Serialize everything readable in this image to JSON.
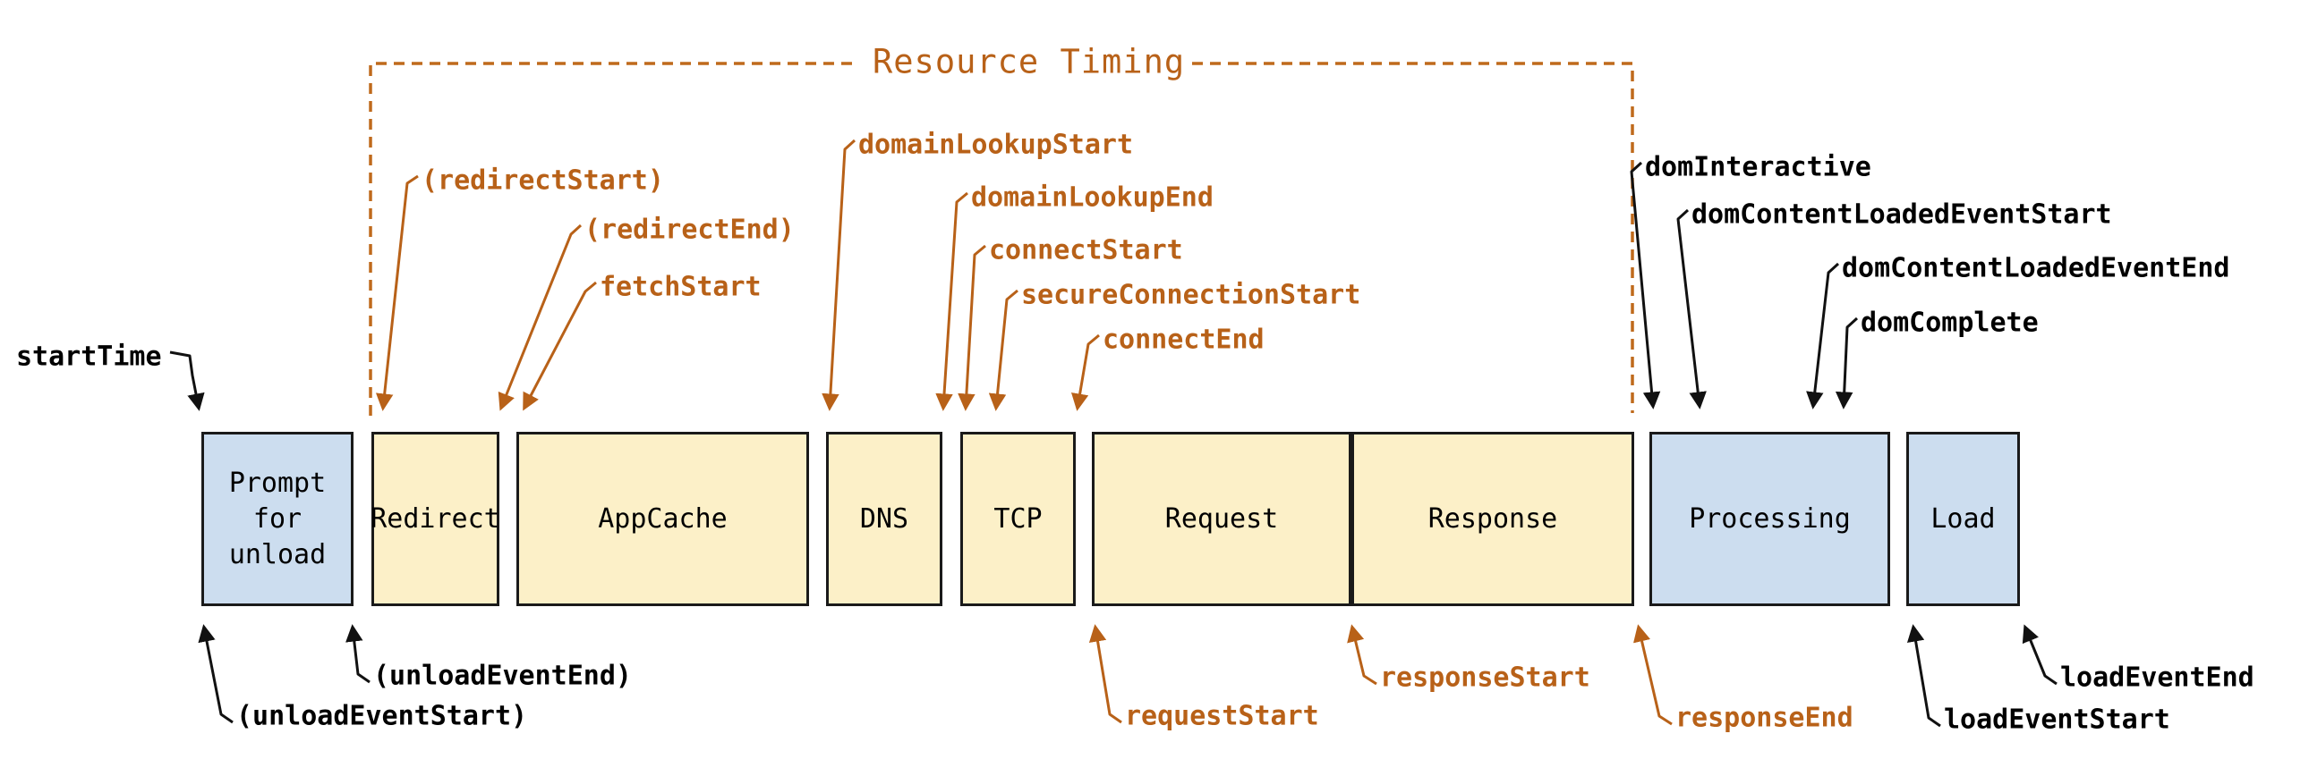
{
  "diagram_title": "Resource Timing",
  "colors": {
    "orange_accent": "#b86118",
    "yellow_box_fill": "#fcf0c8",
    "blue_box_fill": "#ccddef",
    "box_border": "#1a1a1a",
    "black_text": "#000000"
  },
  "boxes": [
    {
      "id": "prompt-for-unload",
      "label": "Prompt\nfor\nunload",
      "color_group": "blue"
    },
    {
      "id": "redirect",
      "label": "Redirect",
      "color_group": "yellow"
    },
    {
      "id": "appcache",
      "label": "AppCache",
      "color_group": "yellow"
    },
    {
      "id": "dns",
      "label": "DNS",
      "color_group": "yellow"
    },
    {
      "id": "tcp",
      "label": "TCP",
      "color_group": "yellow"
    },
    {
      "id": "request",
      "label": "Request",
      "color_group": "yellow"
    },
    {
      "id": "response",
      "label": "Response",
      "color_group": "yellow"
    },
    {
      "id": "processing",
      "label": "Processing",
      "color_group": "blue"
    },
    {
      "id": "load",
      "label": "Load",
      "color_group": "blue"
    }
  ],
  "labels": {
    "startTime": "startTime",
    "redirectStart": "(redirectStart)",
    "redirectEnd": "(redirectEnd)",
    "fetchStart": "fetchStart",
    "domainLookupStart": "domainLookupStart",
    "domainLookupEnd": "domainLookupEnd",
    "connectStart": "connectStart",
    "secureConnectionStart": "secureConnectionStart",
    "connectEnd": "connectEnd",
    "domInteractive": "domInteractive",
    "domContentLoadedEventStart": "domContentLoadedEventStart",
    "domContentLoadedEventEnd": "domContentLoadedEventEnd",
    "domComplete": "domComplete",
    "unloadEventStart": "(unloadEventStart)",
    "unloadEventEnd": "(unloadEventEnd)",
    "requestStart": "requestStart",
    "responseStart": "responseStart",
    "responseEnd": "responseEnd",
    "loadEventStart": "loadEventStart",
    "loadEventEnd": "loadEventEnd"
  }
}
